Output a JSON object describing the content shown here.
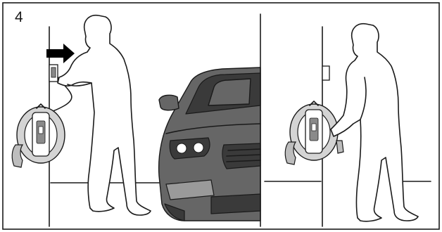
{
  "figure": {
    "step_number": "4"
  },
  "panels": [
    {
      "id": "left",
      "scene": "person-plugging-charger-into-wall-socket"
    },
    {
      "id": "right",
      "scene": "person-holding-charger-cable-reel"
    }
  ],
  "icons": [
    "push-arrow-icon",
    "car-icon",
    "cable-reel-icon",
    "wall-socket-icon"
  ],
  "colors": {
    "line": "#1a1a1a",
    "car_fill": "#666666",
    "reel_fill": "#d4d4d4",
    "arrow": "#000000"
  }
}
